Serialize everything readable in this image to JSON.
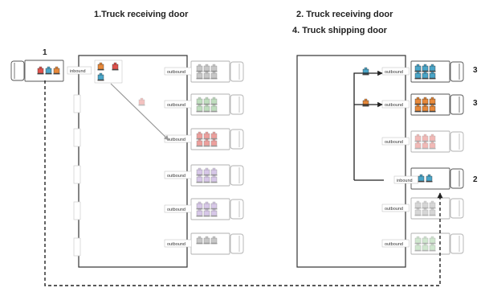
{
  "titles": {
    "left": "1.Truck receiving door",
    "right_line1": "2. Truck receiving door",
    "right_line2": "4. Truck shipping door"
  },
  "door_labels": {
    "inbound": "inbound",
    "outbound": "outbound"
  },
  "step_numbers": {
    "left_truck": "1",
    "right_top": "3",
    "right_second": "3",
    "right_inbound": "2"
  },
  "colors": {
    "red": "#e0524c",
    "blue": "#4aa6c9",
    "orange": "#e8893a",
    "green": "#8bc48a",
    "purple": "#b79ad6",
    "gray": "#9a9a9a",
    "outline": "#555555"
  },
  "icons": [
    "truck-icon",
    "pallet-icon",
    "arrow-icon"
  ]
}
